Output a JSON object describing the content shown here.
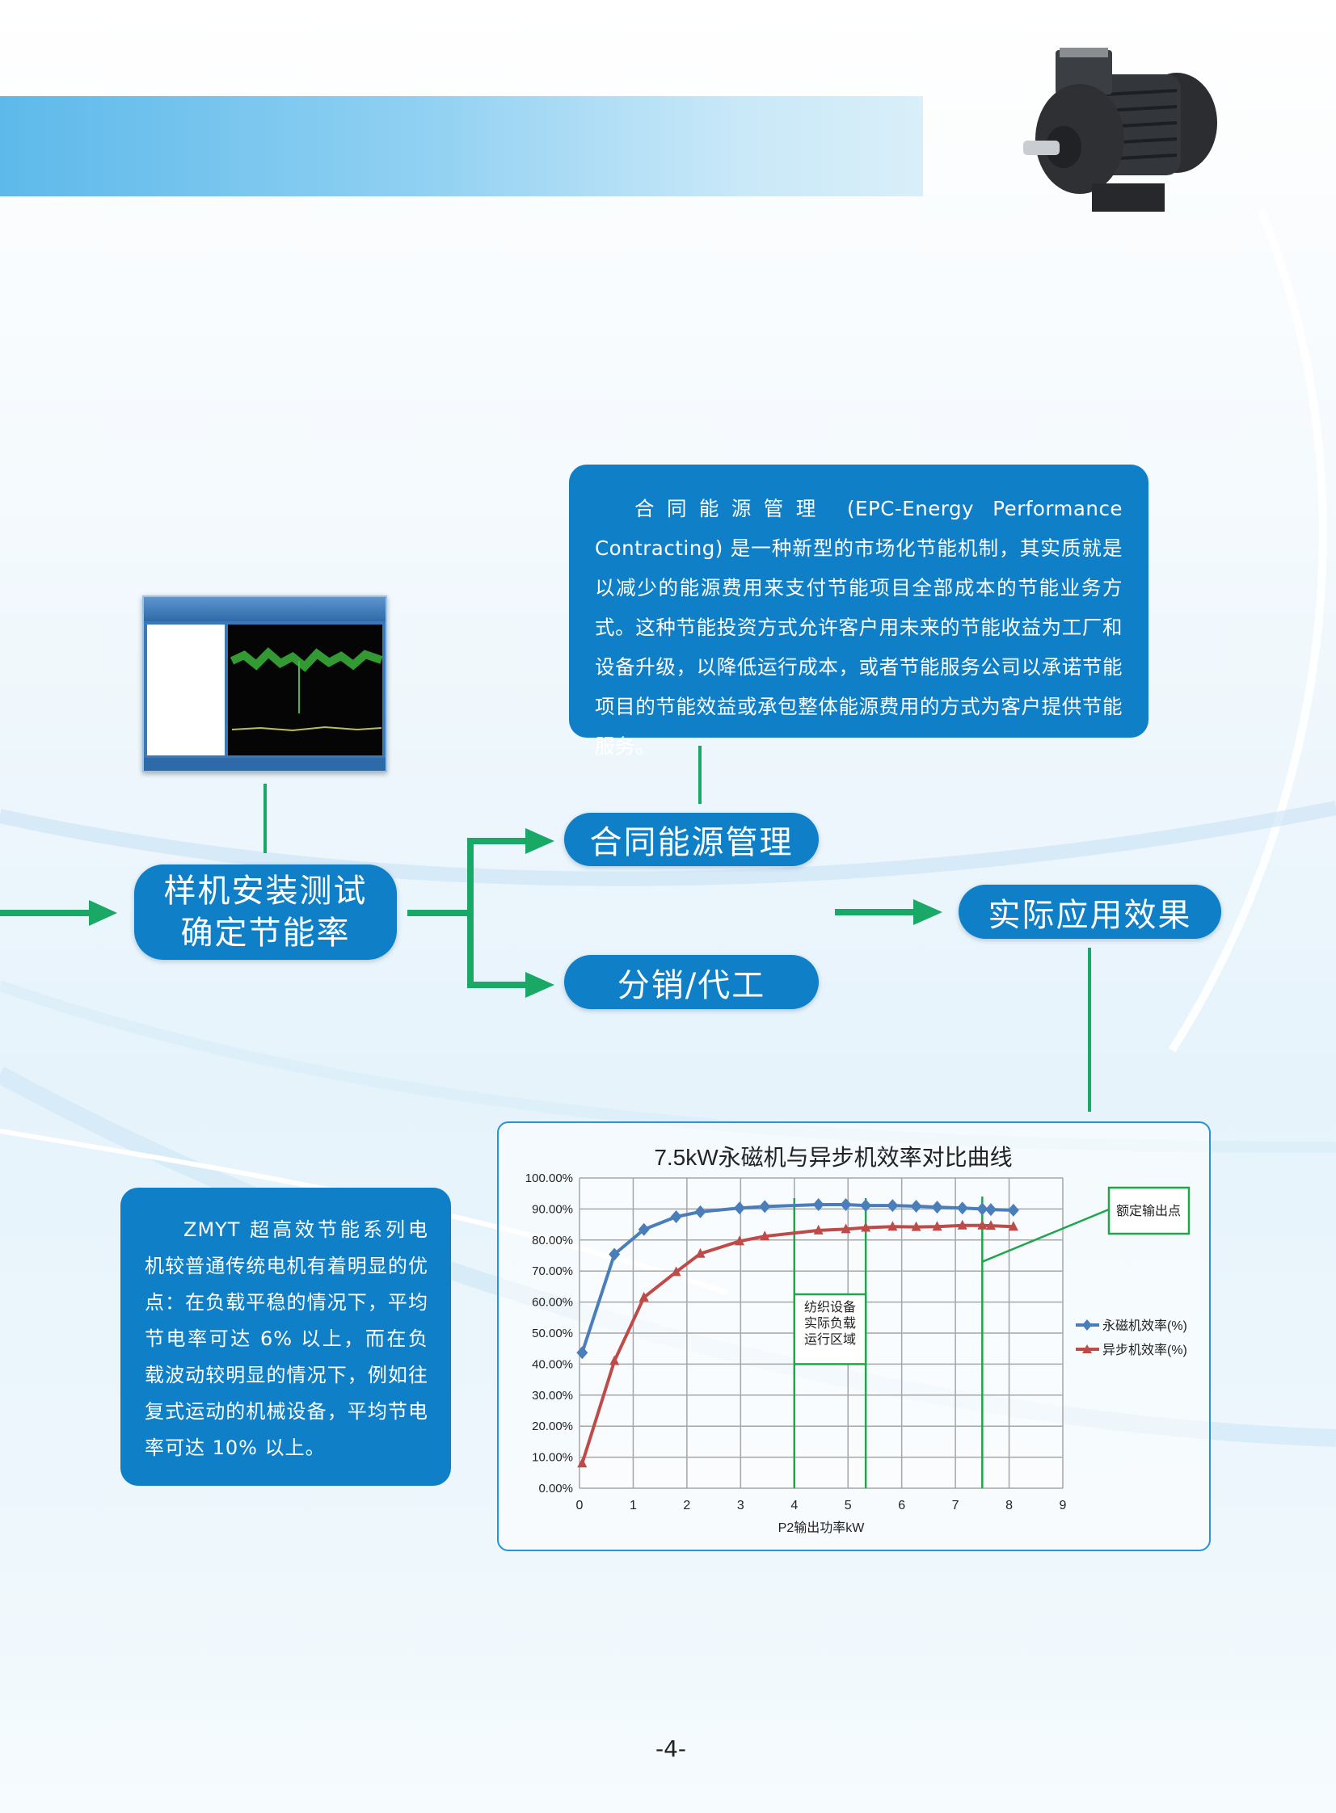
{
  "epc_box": {
    "text": "合同能源管理 (EPC-Energy Performance Contracting) 是一种新型的市场化节能机制，其实质就是以减少的能源费用来支付节能项目全部成本的节能业务方式。这种节能投资方式允许客户用未来的节能收益为工厂和设备升级，以降低运行成本，或者节能服务公司以承诺节能项目的节能效益或承包整体能源费用的方式为客户提供节能服务。"
  },
  "flow": {
    "step1_line1": "样机安装测试",
    "step1_line2": "确定节能率",
    "branch_epc": "合同能源管理",
    "branch_dist": "分销/代工",
    "result": "实际应用效果"
  },
  "zmyt_box": {
    "text": "ZMYT 超高效节能系列电机较普通传统电机有着明显的优点：在负载平稳的情况下，平均节电率可达 6% 以上，而在负载波动较明显的情况下，例如往复式运动的机械设备，平均节电率可达 10% 以上。"
  },
  "page_number": "-4-",
  "colors": {
    "box_blue": "#0f7fc8",
    "arrow_green": "#19a865",
    "pm_series": "#4a7ebb",
    "async_series": "#be4b48"
  },
  "chart_data": {
    "type": "line",
    "title": "7.5kW永磁机与异步机效率对比曲线",
    "xlabel": "P2输出功率kW",
    "ylabel": "",
    "xlim": [
      0,
      9
    ],
    "ylim": [
      0,
      100
    ],
    "x_ticks": [
      "0",
      "1",
      "2",
      "3",
      "4",
      "5",
      "6",
      "7",
      "8",
      "9"
    ],
    "y_ticks": [
      "0.00%",
      "10.00%",
      "20.00%",
      "30.00%",
      "40.00%",
      "50.00%",
      "60.00%",
      "70.00%",
      "80.00%",
      "90.00%",
      "100.00%"
    ],
    "grid": true,
    "legend_position": "right",
    "x": [
      0.05,
      0.65,
      1.2,
      1.8,
      2.25,
      2.98,
      3.45,
      4.45,
      4.96,
      5.33,
      5.83,
      6.27,
      6.66,
      7.13,
      7.5,
      7.66,
      8.08
    ],
    "series": [
      {
        "name": "永磁机效率(%)",
        "marker": "diamond",
        "values": [
          43.7,
          75.4,
          83.4,
          87.5,
          89.1,
          90.3,
          90.8,
          91.4,
          91.4,
          91.1,
          91.1,
          90.9,
          90.6,
          90.3,
          90.0,
          89.8,
          89.6
        ]
      },
      {
        "name": "异步机效率(%)",
        "marker": "triangle",
        "values": [
          8.0,
          41.0,
          61.5,
          69.7,
          75.6,
          79.6,
          81.2,
          83.1,
          83.5,
          84.0,
          84.3,
          84.2,
          84.3,
          84.7,
          84.7,
          84.6,
          84.3
        ]
      }
    ],
    "annotations": [
      {
        "text": "纺织设备实际负载运行区域",
        "x_range": [
          4,
          5.33
        ]
      },
      {
        "text": "额定输出点",
        "x": 7.5
      }
    ]
  }
}
